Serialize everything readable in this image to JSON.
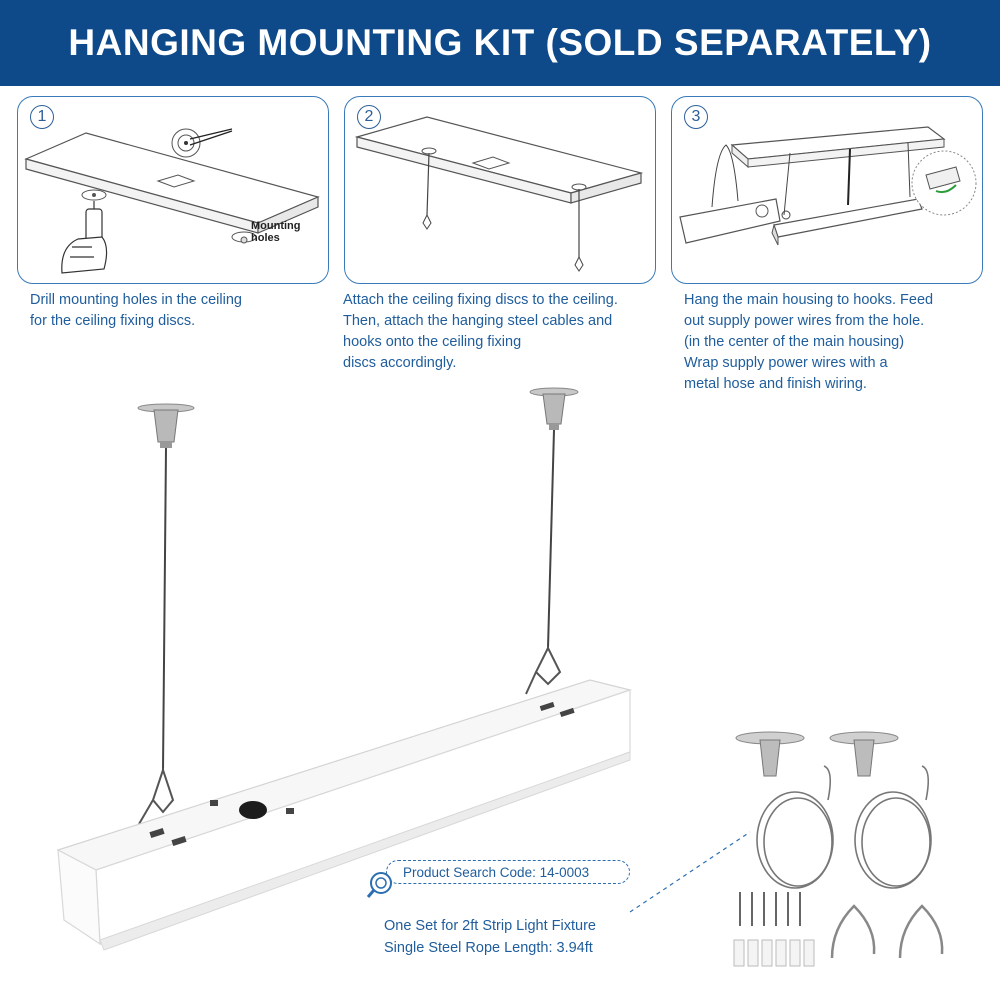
{
  "banner": {
    "title": "HANGING MOUNTING KIT (SOLD SEPARATELY)"
  },
  "steps": [
    {
      "number": "1",
      "callout": "Mounting holes",
      "text": "Drill mounting holes in the ceiling\nfor the ceiling fixing discs."
    },
    {
      "number": "2",
      "text": "Attach the ceiling fixing discs to the ceiling.\nThen, attach the hanging steel cables and\nhooks onto the ceiling fixing\ndiscs accordingly."
    },
    {
      "number": "3",
      "text": "Hang the main housing to hooks. Feed\nout supply power wires from the hole.\n(in the center of the main housing)\nWrap supply power wires with a\nmetal hose and finish wiring."
    }
  ],
  "product": {
    "search_code": "Product Search Code: 14-0003",
    "set_line": "One Set for 2ft Strip Light Fixture",
    "rope_line": "Single Steel Rope Length: 3.94ft"
  },
  "icons": [
    "drill-icon",
    "search-icon"
  ],
  "colors": {
    "banner": "#0e4a8a",
    "text": "#1f5d9c",
    "border": "#3a7ab8"
  }
}
